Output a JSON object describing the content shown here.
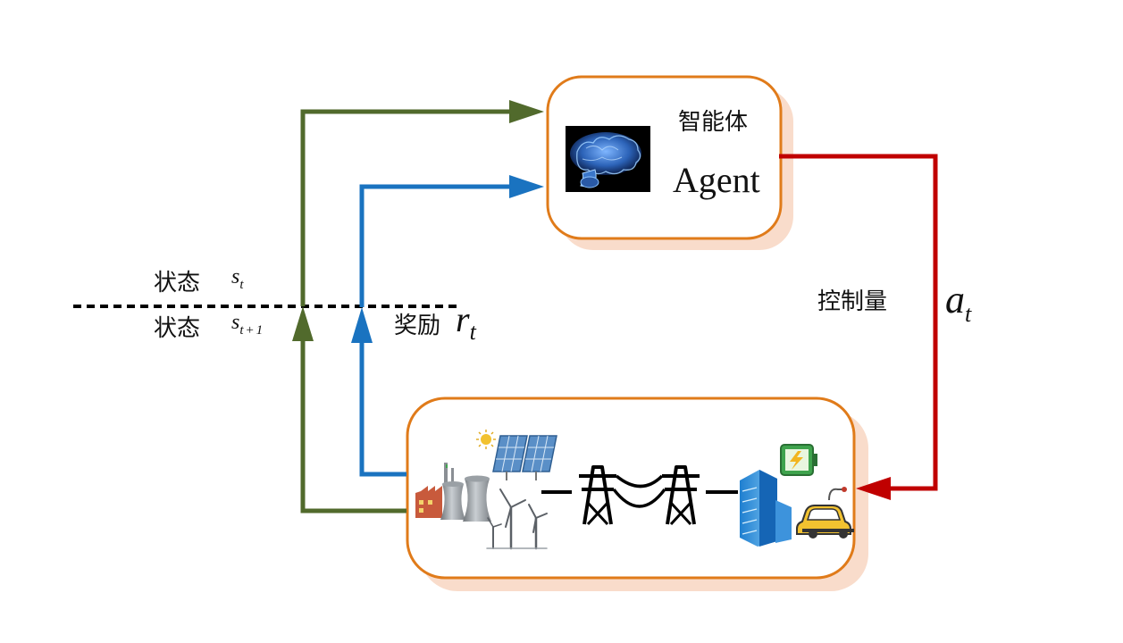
{
  "agent": {
    "title_cn": "智能体",
    "title_en": "Agent",
    "brain_icon": "brain-icon"
  },
  "state_current": {
    "label": "状态",
    "symbol": "s",
    "subscript": "t"
  },
  "state_next": {
    "label": "状态",
    "symbol": "s",
    "subscript": "t+1"
  },
  "reward": {
    "label": "奖励",
    "symbol": "r",
    "subscript": "t"
  },
  "action": {
    "label": "控制量",
    "symbol": "a",
    "subscript": "t"
  },
  "environment": {
    "icons": [
      "power-plant-icon",
      "solar-panel-icon",
      "wind-turbine-icon",
      "transmission-tower-icon",
      "building-icon",
      "battery-icon",
      "electric-car-icon"
    ]
  },
  "colors": {
    "box_border": "#e07b1a",
    "box_shadow": "#f9dccb",
    "state_arrow": "#516a2c",
    "reward_arrow": "#1a73c0",
    "action_arrow": "#c00000",
    "dashed_line": "#000000"
  }
}
